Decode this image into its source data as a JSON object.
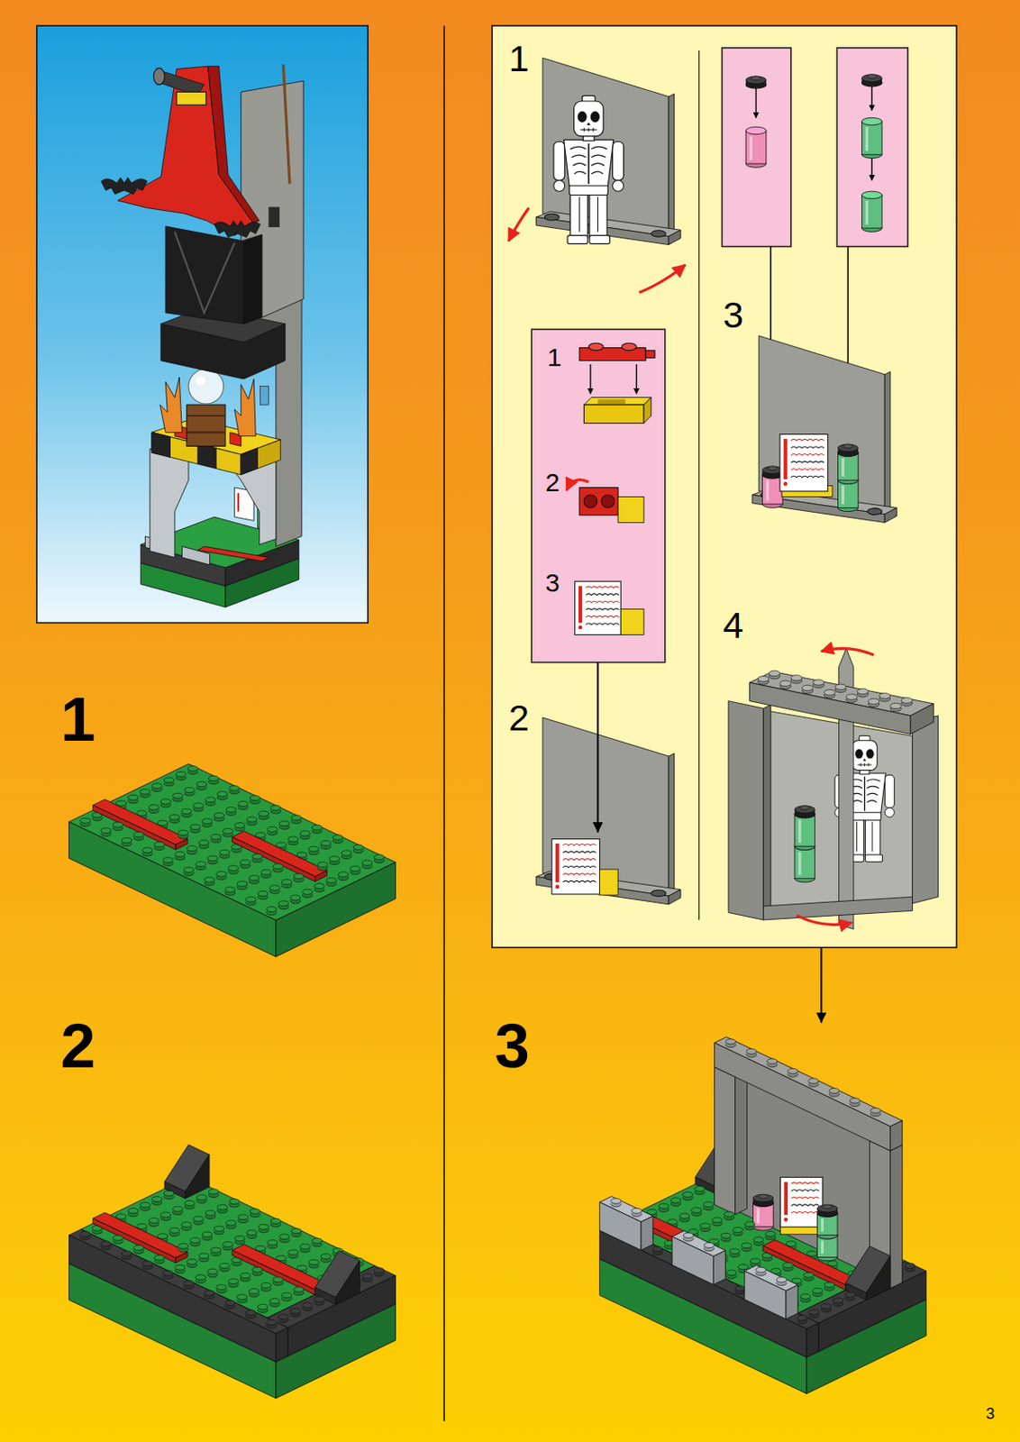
{
  "diagram": {
    "nodes": [
      {
        "text": [
          "1"
        ]
      },
      {
        "text": [
          "2"
        ]
      },
      {
        "text": [
          "1"
        ]
      },
      {
        "text": [
          "1",
          "2",
          "3"
        ]
      },
      {
        "text": [
          "2"
        ]
      },
      {
        "text": [
          "3"
        ]
      },
      {
        "text": [
          "4"
        ]
      },
      {
        "text": [
          "3"
        ]
      }
    ],
    "edges": [
      {
        "from": 3,
        "to": 4,
        "arrow": "to"
      },
      {
        "from": 6,
        "to": 7,
        "arrow": "to"
      }
    ],
    "labels": [
      "3"
    ]
  }
}
